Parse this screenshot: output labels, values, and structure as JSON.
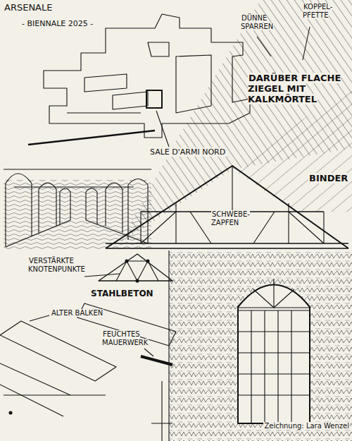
{
  "diagram": {
    "title": "ARSENALE",
    "caption": "Zeichnung: Lara Wenzel",
    "labels": [
      "- BIENNALE 2025 -",
      "DÜNNE SPARREN",
      "KOPPEL- PFETTE",
      "DARÜBER FLACHE ZIEGEL MIT KALKMÖRTEL",
      "SALE D'ARMI NORD",
      "BINDER",
      "SCHWEBE- ZAPFEN",
      "VERSTÄRKTE KNOTENPUNKTE",
      "STAHLBETON",
      "ALTER BALKEN",
      "FEUCHTES MAUERWERK"
    ]
  }
}
